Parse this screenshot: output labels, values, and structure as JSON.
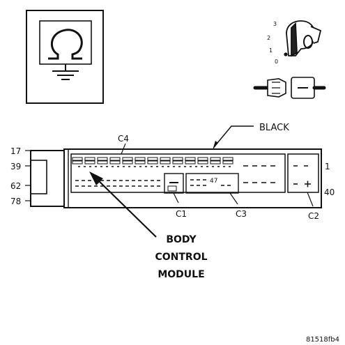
{
  "symbol_box": {
    "icon": "ohmmeter-ground-icon"
  },
  "ignition": {
    "positions": [
      "3",
      "2",
      "1",
      "0"
    ],
    "key_icon": "ignition-key-icon",
    "connector_icon": "disconnect-connector-icon"
  },
  "labels": {
    "black": "BLACK",
    "c4": "C4",
    "c1": "C1",
    "c3": "C3",
    "c2": "C2",
    "pin_17": "17",
    "pin_39": "39",
    "pin_62": "62",
    "pin_78": "78",
    "pin_1": "1",
    "pin_40": "40",
    "pin_47": "47"
  },
  "module_name": [
    "BODY",
    "CONTROL",
    "MODULE"
  ],
  "figure_id": "81518fb4"
}
